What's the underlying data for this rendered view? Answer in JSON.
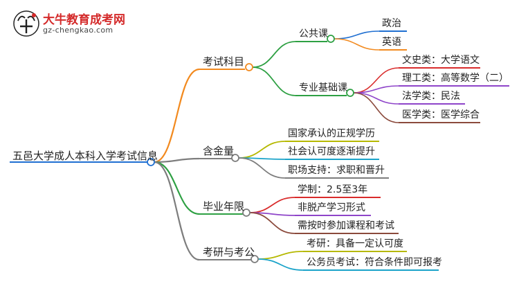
{
  "logo": {
    "name": "大牛教育成考网",
    "site": "gz-chengkao.com"
  },
  "mindmap": {
    "root": "五邑大学成人本科入学考试信息",
    "branches": [
      {
        "label": "考试科目",
        "color": "#f28a1f",
        "children": [
          {
            "label": "公共课",
            "color": "#2ea043",
            "children": [
              {
                "label": "政治",
                "color": "#1f6fd1"
              },
              {
                "label": "英语",
                "color": "#f28a1f"
              }
            ]
          },
          {
            "label": "专业基础课",
            "color": "#2ea043",
            "children": [
              {
                "label": "文史类：大学语文",
                "color": "#d92b2b"
              },
              {
                "label": "理工类：高等数学（二）",
                "color": "#8e44c9"
              },
              {
                "label": "法学类：民法",
                "color": "#8e44c9"
              },
              {
                "label": "医学类：医学综合",
                "color": "#8b4a3c"
              }
            ]
          }
        ]
      },
      {
        "label": "含金量",
        "color": "#7d7d7d",
        "children": [
          {
            "label": "国家承认的正规学历",
            "color": "#b5b800"
          },
          {
            "label": "社会认可度逐渐提升",
            "color": "#1aa3c9"
          },
          {
            "label": "职场支持：求职和晋升",
            "color": "#7d7d7d"
          }
        ]
      },
      {
        "label": "毕业年限",
        "color": "#2ea043",
        "children": [
          {
            "label": "学制：2.5至3年",
            "color": "#d92b2b"
          },
          {
            "label": "非脱产学习形式",
            "color": "#8e44c9"
          },
          {
            "label": "需按时参加课程和考试",
            "color": "#8b4a3c"
          }
        ]
      },
      {
        "label": "考研与考公",
        "color": "#7d7d7d",
        "children": [
          {
            "label": "考研：具备一定认可度",
            "color": "#b5b800"
          },
          {
            "label": "公务员考试：符合条件即可报考",
            "color": "#1aa3c9"
          }
        ]
      }
    ]
  }
}
